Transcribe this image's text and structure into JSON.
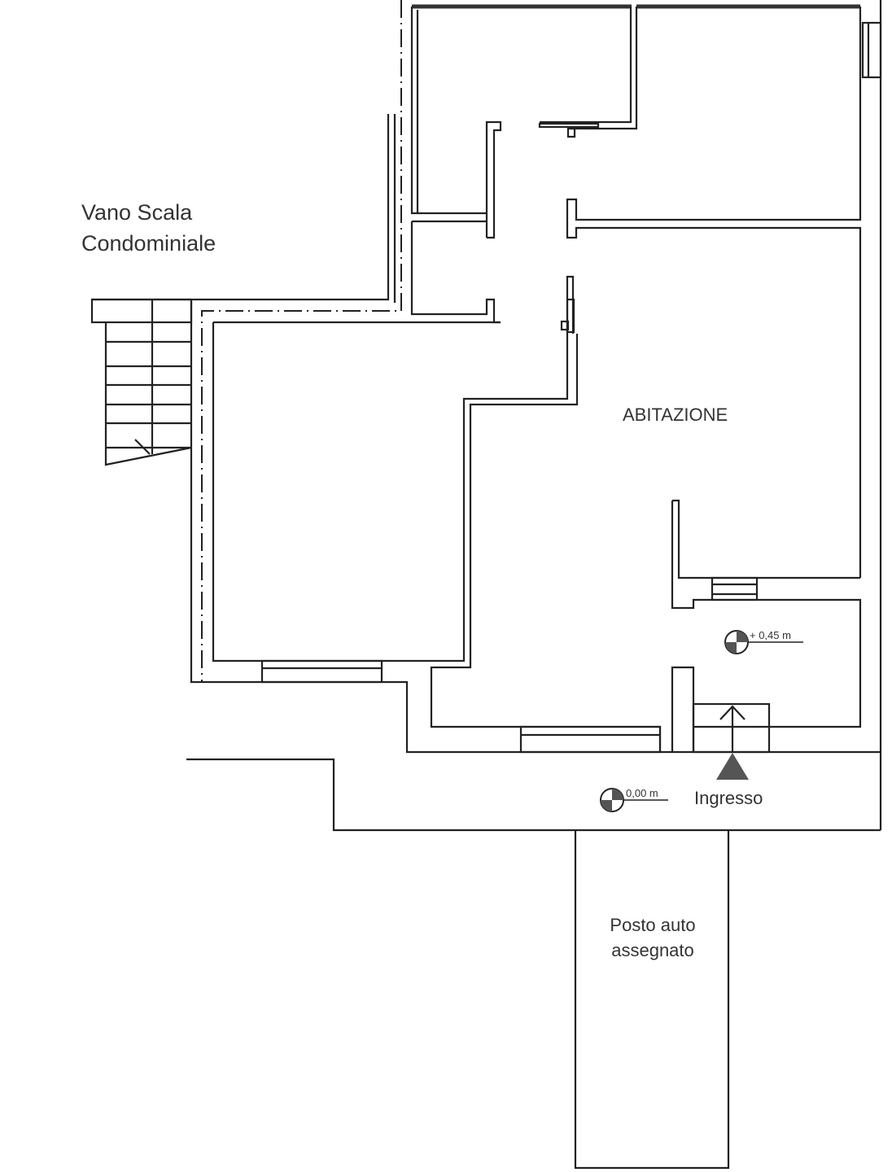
{
  "labels": {
    "stair_line1": "Vano Scala",
    "stair_line2": "Condominiale",
    "dwelling": "ABITAZIONE",
    "entrance": "Ingresso",
    "parking_line1": "Posto auto",
    "parking_line2": "assegnato"
  },
  "levels": {
    "interior": "+ 0,45 m",
    "exterior": "0,00 m"
  },
  "colors": {
    "line": "#222222",
    "marker": "#555555"
  }
}
